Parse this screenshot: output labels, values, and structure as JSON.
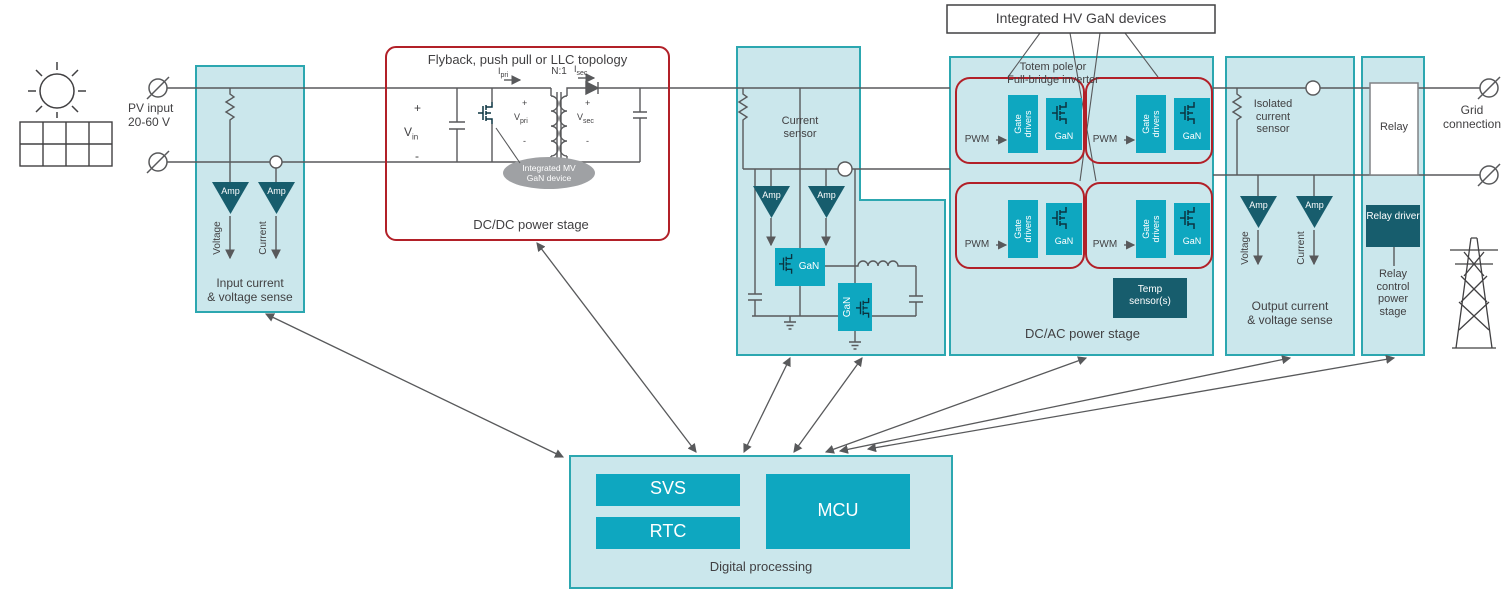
{
  "colors": {
    "pale_block": "#cbe7ec",
    "teal_border": "#2ca7b0",
    "cyan": "#0ea7c0",
    "dark_teal": "#175d6d",
    "red": "#b22028",
    "line_gray": "#58595b",
    "text_gray": "#414042",
    "ellipse_gray": "#9fa1a4"
  },
  "hv_banner": {
    "label": "Integrated HV GaN devices"
  },
  "pv": {
    "line1": "PV input",
    "line2": "20-60 V"
  },
  "input_sense": {
    "amp1": "Amp",
    "amp2": "Amp",
    "voltage_label": "Voltage",
    "current_label": "Current",
    "caption1": "Input current",
    "caption2": "& voltage sense"
  },
  "dcdc": {
    "title": "Flyback, push pull or LLC topology",
    "plus": "+",
    "minus": "-",
    "vin_base": "V",
    "vin_sub": "in",
    "ipri_base": "I",
    "ipri_sub": "pri",
    "ratio": "N:1",
    "isec_base": "I",
    "isec_sub": "sec",
    "vpri_base": "V",
    "vpri_sub": "pri",
    "vsec_base": "V",
    "vsec_sub": "sec",
    "mv_line1": "Integrated MV",
    "mv_line2": "GaN device",
    "caption": "DC/DC power stage"
  },
  "boost": {
    "sensor1": "Current",
    "sensor2": "sensor",
    "amp1": "Amp",
    "amp2": "Amp",
    "gan1": "GaN",
    "gan2": "GaN"
  },
  "dcac": {
    "title1": "Totem pole or",
    "title2": "Full-bridge inverter",
    "cells": [
      {
        "pwm": "PWM",
        "gate": "Gate drivers",
        "gan": "GaN"
      },
      {
        "pwm": "PWM",
        "gate": "Gate drivers",
        "gan": "GaN"
      },
      {
        "pwm": "PWM",
        "gate": "Gate drivers",
        "gan": "GaN"
      },
      {
        "pwm": "PWM",
        "gate": "Gate drivers",
        "gan": "GaN"
      }
    ],
    "temp1": "Temp",
    "temp2": "sensor(s)",
    "caption": "DC/AC power stage"
  },
  "output_sense": {
    "isolated": "Isolated current sensor",
    "amp1": "Amp",
    "amp2": "Amp",
    "voltage_label": "Voltage",
    "current_label": "Current",
    "caption1": "Output current",
    "caption2": "& voltage sense"
  },
  "relay": {
    "relay": "Relay",
    "driver": "Relay driver",
    "caption": "Relay control power stage"
  },
  "grid": {
    "label": "Grid connection"
  },
  "digital": {
    "svs": "SVS",
    "rtc": "RTC",
    "mcu": "MCU",
    "caption": "Digital processing"
  }
}
